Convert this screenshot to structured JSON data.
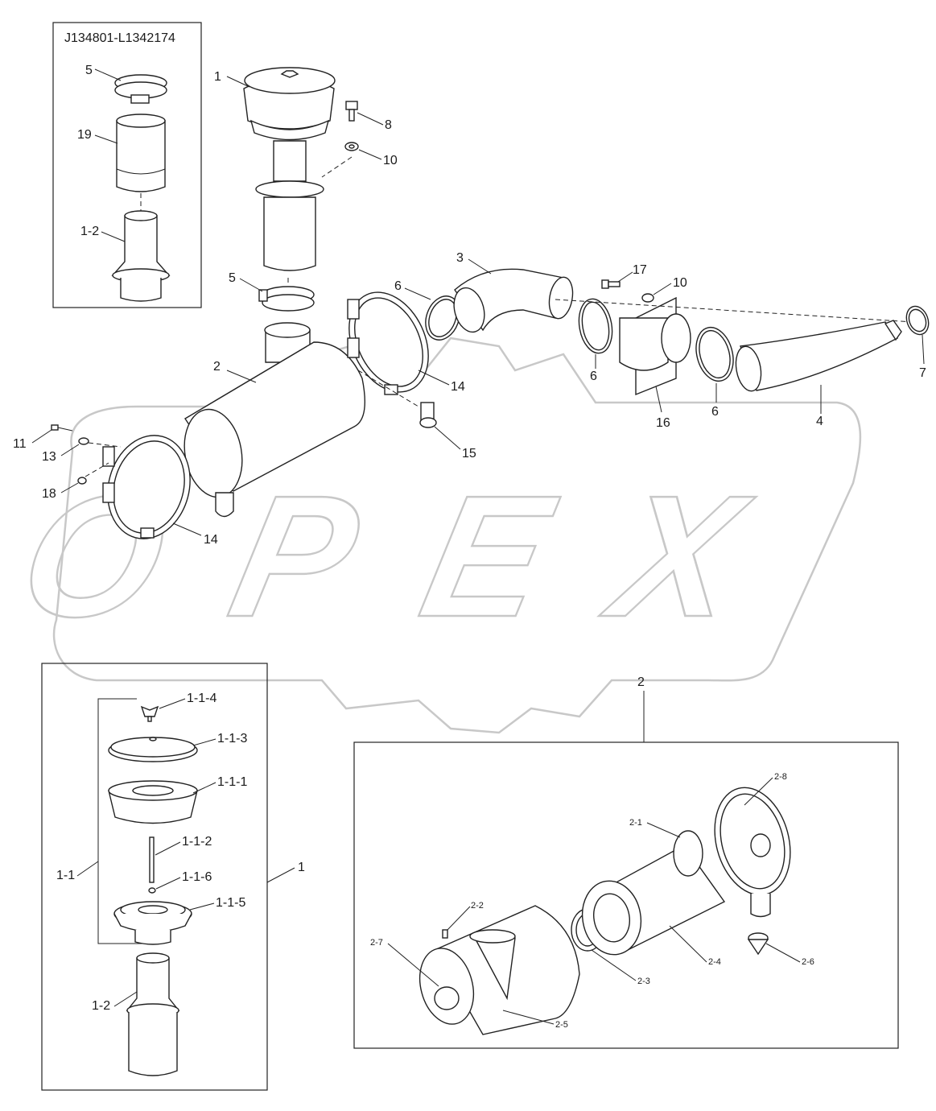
{
  "watermark": {
    "text": "OPEX"
  },
  "inset_top": {
    "serial_range": "J134801-L1342174"
  },
  "callouts_main": {
    "c1": "1",
    "c2": "2",
    "c3": "3",
    "c4": "4",
    "c5_top": "5",
    "c5": "5",
    "c6_a": "6",
    "c6_b": "6",
    "c6_c": "6",
    "c7": "7",
    "c8": "8",
    "c10_a": "10",
    "c10_b": "10",
    "c11": "11",
    "c13": "13",
    "c14_a": "14",
    "c14_b": "14",
    "c15": "15",
    "c16": "16",
    "c17": "17",
    "c18": "18",
    "c19": "19",
    "c1_2_top": "1-2"
  },
  "callouts_detail1": {
    "c1_1_4": "1-1-4",
    "c1_1_3": "1-1-3",
    "c1_1_1": "1-1-1",
    "c1_1_2": "1-1-2",
    "c1_1_6": "1-1-6",
    "c1_1_5": "1-1-5",
    "c1_1": "1-1",
    "c1": "1",
    "c1_2": "1-2"
  },
  "callouts_detail2": {
    "c2": "2",
    "c2_8": "2-8",
    "c2_1": "2-1",
    "c2_2": "2-2",
    "c2_7": "2-7",
    "c2_3": "2-3",
    "c2_4": "2-4",
    "c2_6": "2-6",
    "c2_5": "2-5"
  }
}
